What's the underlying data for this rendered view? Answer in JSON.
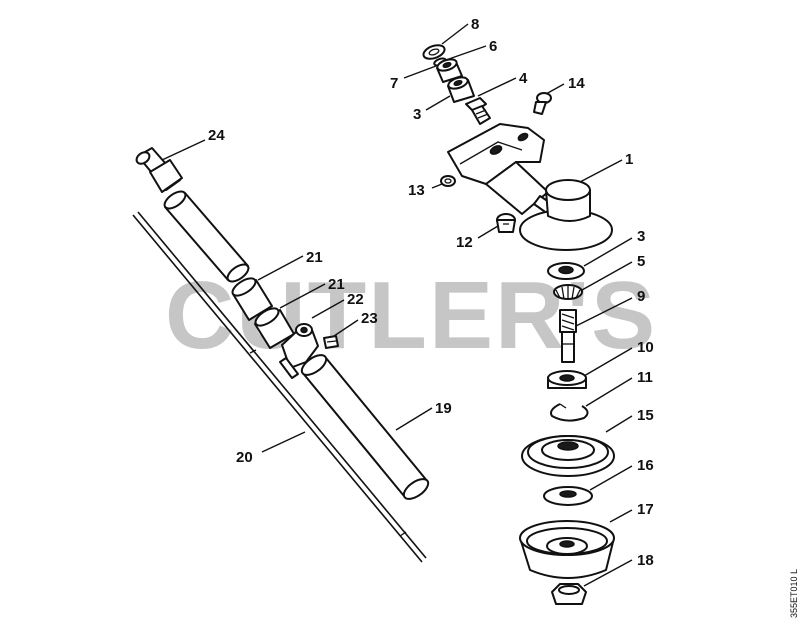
{
  "watermark": "CUTLER'S",
  "drawing_code": "355ET010 L",
  "callouts": {
    "n1": "1",
    "n3a": "3",
    "n3b": "3",
    "n4": "4",
    "n5": "5",
    "n6": "6",
    "n7": "7",
    "n8": "8",
    "n9": "9",
    "n10": "10",
    "n11": "11",
    "n12": "12",
    "n13": "13",
    "n14": "14",
    "n15": "15",
    "n16": "16",
    "n17": "17",
    "n18": "18",
    "n19": "19",
    "n20": "20",
    "n21a": "21",
    "n21b": "21",
    "n22": "22",
    "n23": "23",
    "n24": "24"
  }
}
